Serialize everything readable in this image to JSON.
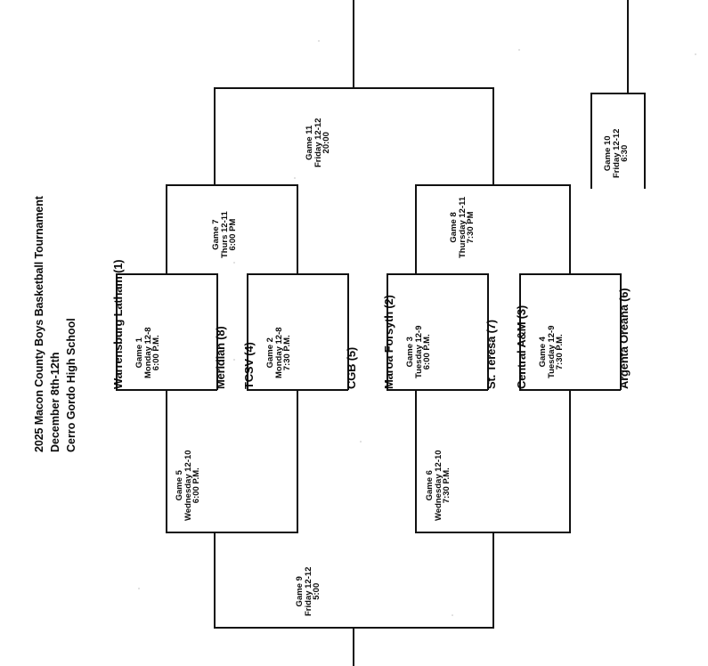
{
  "document": {
    "type": "tournament-bracket",
    "orientation": "rotated-90-counterclockwise",
    "title_line_1": "2025 Macon County Boys Basketball Tournament",
    "title_line_2": "December 8th-12th",
    "title_line_3": "Cerro Gordo High School"
  },
  "teams": [
    {
      "id": "t1",
      "name": "Warrensburg Latham (1)",
      "seed": 1
    },
    {
      "id": "t8",
      "name": "Meridian (8)",
      "seed": 8
    },
    {
      "id": "t4",
      "name": "TCSV (4)",
      "seed": 4
    },
    {
      "id": "t5",
      "name": "CGB (5)",
      "seed": 5
    },
    {
      "id": "t2",
      "name": "Maroa Forsyth (2)",
      "seed": 2
    },
    {
      "id": "t7",
      "name": "St. Teresa (7)",
      "seed": 7
    },
    {
      "id": "t3",
      "name": "Central A&M (3)",
      "seed": 3
    },
    {
      "id": "t6",
      "name": "Argenta Oreana (6)",
      "seed": 6
    }
  ],
  "games": {
    "g1": {
      "label": "Game 1",
      "date": "Monday 12-8",
      "time": "6:00 P.M."
    },
    "g2": {
      "label": "Game 2",
      "date": "Monday 12-8",
      "time": "7:30 P.M."
    },
    "g3": {
      "label": "Game 3",
      "date": "Tuesday 12-9",
      "time": "6:00 P.M."
    },
    "g4": {
      "label": "Game 4",
      "date": "Tuesday 12-9",
      "time": "7:30 P.M."
    },
    "g5": {
      "label": "Game 5",
      "date": "Wednesday 12-10",
      "time": "6:00 P.M."
    },
    "g6": {
      "label": "Game 6",
      "date": "Wednesday 12-10",
      "time": "7:30 P.M."
    },
    "g7": {
      "label": "Game 7",
      "date": "Thurs 12-11",
      "time": "6:00 PM"
    },
    "g8": {
      "label": "Game 8",
      "date": "Thursday 12-11",
      "time": "7:30 PM"
    },
    "g9": {
      "label": "Game 9",
      "date": "Friday 12-12",
      "time": "5:00"
    },
    "g10": {
      "label": "Game 10",
      "date": "Friday 12-12",
      "time": "6:30"
    },
    "g11": {
      "label": "Game 11",
      "date": "Friday 12-12",
      "time": "20:00"
    }
  },
  "colors": {
    "ink": "#111111",
    "paper": "#ffffff"
  }
}
